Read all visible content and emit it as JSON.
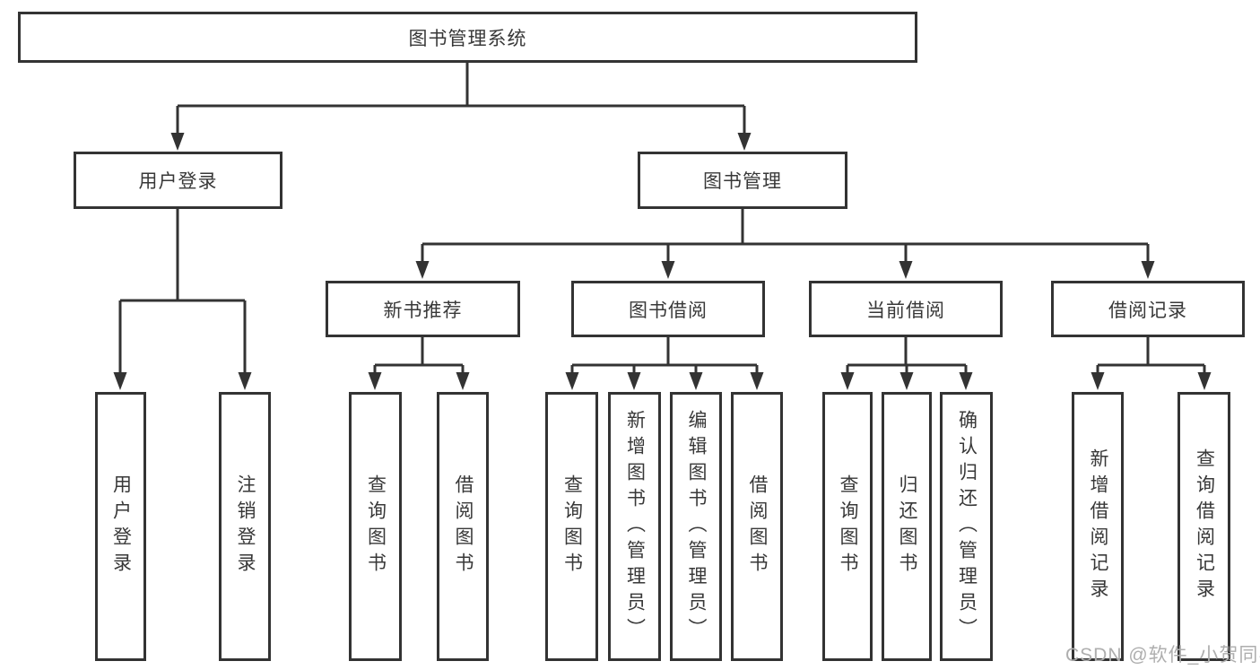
{
  "diagram": {
    "root": {
      "label": "图书管理系统"
    },
    "level2": [
      {
        "label": "用户登录"
      },
      {
        "label": "图书管理"
      }
    ],
    "level3": [
      {
        "label": "新书推荐",
        "parent": "图书管理"
      },
      {
        "label": "图书借阅",
        "parent": "图书管理"
      },
      {
        "label": "当前借阅",
        "parent": "图书管理"
      },
      {
        "label": "借阅记录",
        "parent": "图书管理"
      }
    ],
    "leaves": [
      {
        "label": "用户登录",
        "parent": "用户登录"
      },
      {
        "label": "注销登录",
        "parent": "用户登录"
      },
      {
        "label": "查询图书",
        "parent": "新书推荐"
      },
      {
        "label": "借阅图书",
        "parent": "新书推荐"
      },
      {
        "label": "查询图书",
        "parent": "图书借阅"
      },
      {
        "label": "新增图书（管理员）",
        "parent": "图书借阅"
      },
      {
        "label": "编辑图书（管理员）",
        "parent": "图书借阅"
      },
      {
        "label": "借阅图书",
        "parent": "图书借阅"
      },
      {
        "label": "查询图书",
        "parent": "当前借阅"
      },
      {
        "label": "归还图书",
        "parent": "当前借阅"
      },
      {
        "label": "确认归还（管理员）",
        "parent": "当前借阅"
      },
      {
        "label": "新增借阅记录",
        "parent": "借阅记录"
      },
      {
        "label": "查询借阅记录",
        "parent": "借阅记录"
      }
    ]
  },
  "watermark": "CSDN @软件_小贺同学",
  "colors": {
    "line": "#333333",
    "box_border": "#333333",
    "box_fill": "#ffffff",
    "text": "#383838",
    "watermark": "#aeaeae"
  }
}
